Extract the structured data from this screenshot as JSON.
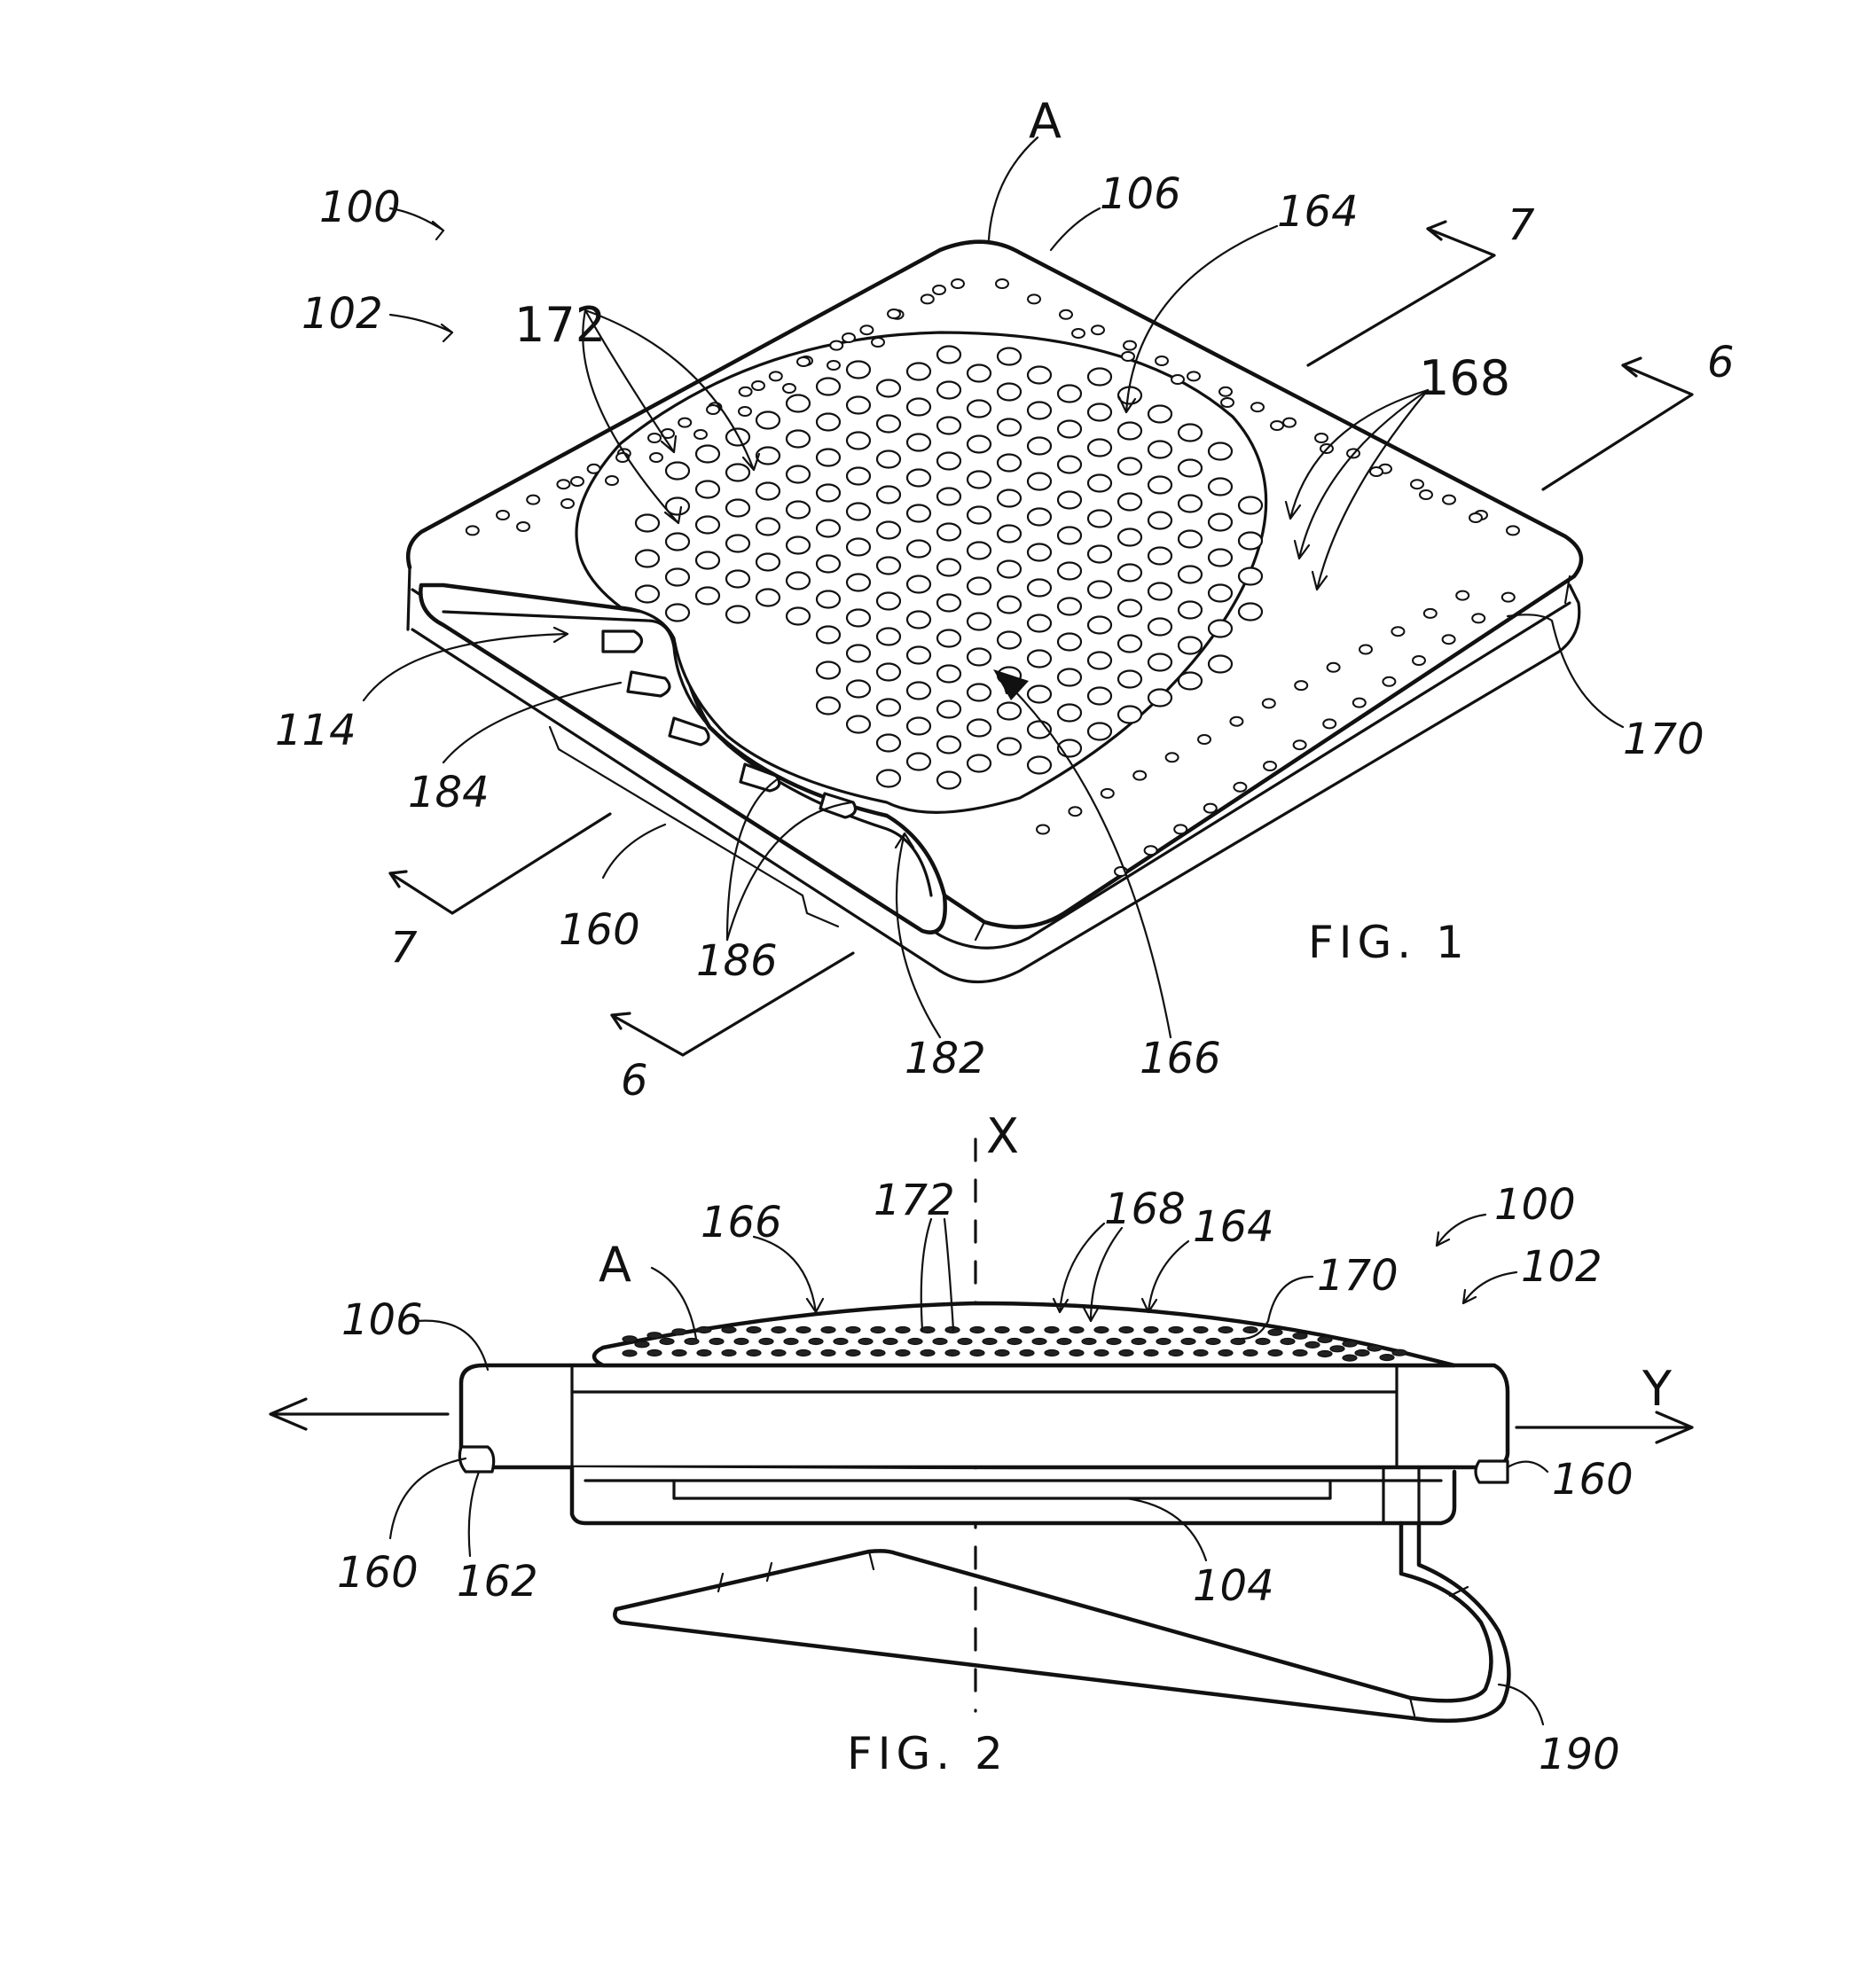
{
  "figure1": {
    "caption": "FIG. 1",
    "labels": {
      "A": "A",
      "l100": "100",
      "l102": "102",
      "l106": "106",
      "l164": "164",
      "l172": "172",
      "l168": "168",
      "l170": "170",
      "l114": "114",
      "l184": "184",
      "l160": "160",
      "l186": "186",
      "l182": "182",
      "l166": "166",
      "s7a": "7",
      "s7b": "7",
      "s6a": "6",
      "s6b": "6"
    }
  },
  "figure2": {
    "caption": "FIG. 2",
    "labels": {
      "X": "X",
      "Y": "Y",
      "A": "A",
      "l166": "166",
      "l172": "172",
      "l168": "168",
      "l164": "164",
      "l100": "100",
      "l170": "170",
      "l102": "102",
      "l106": "106",
      "l160a": "160",
      "l160b": "160",
      "l162": "162",
      "l104": "104",
      "l190": "190"
    }
  }
}
